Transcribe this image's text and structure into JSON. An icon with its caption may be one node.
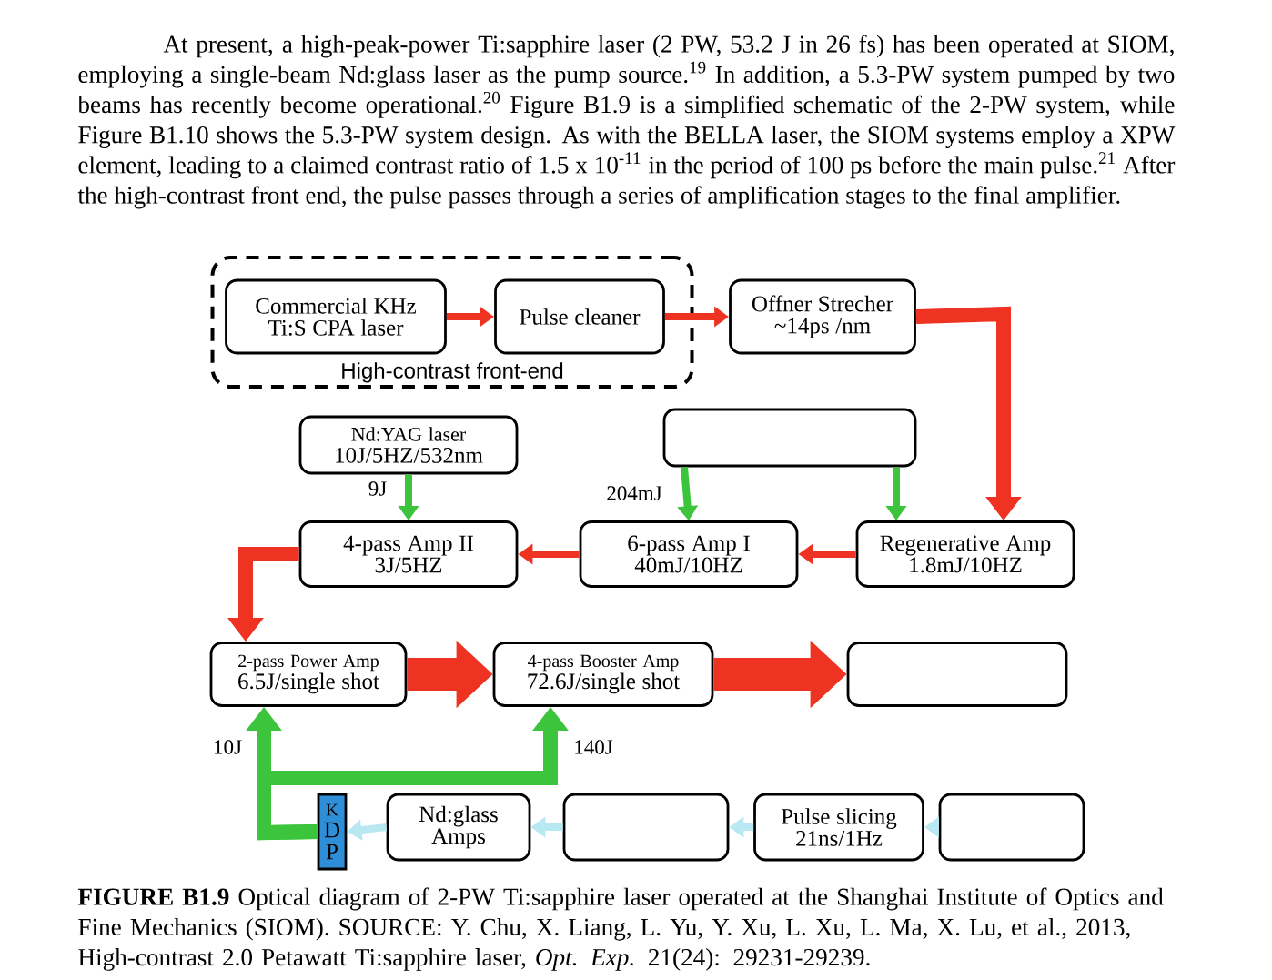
{
  "diagram": {
    "caption": "**FIGURE B1.9** Optical diagram of 2-PW Ti:sapphire laser operated at the Shanghai Institute of Optics and Fine Mechanics (SIOM). SOURCE: Y. Chu, X. Liang, L. Yu, Y. Xu, L. Xu, L. Ma, X. Lu, et al., 2013, High-contrast 2.0 Petawatt Ti:sapphire laser, *Opt. Exp.* 21(24): 29231-29239.",
    "nodes": [
      {
        "text": [
          "High-contrast front-end"
        ]
      },
      {
        "text": [
          "Commercial KHz",
          "Ti:S CPA laser"
        ],
        "in": 0
      },
      {
        "text": [
          "Pulse cleaner"
        ],
        "in": 0
      },
      {
        "text": [
          "Offner Strecher",
          "~14ps /nm"
        ]
      },
      {
        "text": [
          "Nd:YAG laser",
          "10J/5HZ/532nm"
        ]
      },
      {
        "text": [],
        "shape": "box"
      },
      {
        "text": [
          "Regenerative Amp",
          "1.8mJ/10HZ"
        ]
      },
      {
        "text": [
          "6-pass Amp I",
          "40mJ/10HZ"
        ]
      },
      {
        "text": [
          "4-pass Amp II",
          "3J/5HZ"
        ]
      },
      {
        "text": [
          "2-pass Power Amp",
          "6.5J/single shot"
        ]
      },
      {
        "text": [
          "4-pass Booster Amp",
          "72.6J/single shot"
        ]
      },
      {
        "text": [],
        "shape": "box"
      },
      {
        "text": [],
        "shape": "box"
      },
      {
        "text": [
          "Pulse slicing",
          "21ns/1Hz"
        ]
      },
      {
        "text": [],
        "shape": "box"
      },
      {
        "text": [
          "Nd:glass Amps"
        ]
      },
      {
        "text": [
          "K",
          "D",
          "P"
        ]
      }
    ],
    "edges": [
      {
        "from": 1,
        "to": 2,
        "arrow": "to"
      },
      {
        "from": 2,
        "to": 3,
        "arrow": "to"
      },
      {
        "from": 3,
        "to": 6,
        "arrow": "to",
        "style": "thick"
      },
      {
        "from": 4,
        "to": 8,
        "arrow": "to",
        "label": "9J",
        "color": "#3dc43d"
      },
      {
        "from": 5,
        "to": 7,
        "arrow": "to",
        "label": "204mJ",
        "color": "#3dc43d"
      },
      {
        "from": 5,
        "to": 6,
        "arrow": "to",
        "color": "#3dc43d"
      },
      {
        "from": 6,
        "to": 7,
        "arrow": "to"
      },
      {
        "from": 7,
        "to": 8,
        "arrow": "to"
      },
      {
        "from": 8,
        "to": 9,
        "arrow": "to",
        "style": "thick"
      },
      {
        "from": 9,
        "to": 10,
        "arrow": "to",
        "style": "thick"
      },
      {
        "from": 10,
        "to": 11,
        "arrow": "to",
        "style": "thick"
      },
      {
        "from": 12,
        "to": 13,
        "arrow": "to",
        "color": "#b8e8f2"
      },
      {
        "from": 13,
        "to": 14,
        "arrow": "to",
        "color": "#b8e8f2"
      },
      {
        "from": 14,
        "to": 15,
        "arrow": "to",
        "color": "#b8e8f2"
      },
      {
        "from": 15,
        "to": 16,
        "arrow": "to",
        "color": "#b8e8f2"
      },
      {
        "from": 16,
        "to": 9,
        "arrow": "to",
        "label": "10J",
        "color": "#3dc43d",
        "style": "thick"
      },
      {
        "from": 16,
        "to": 10,
        "arrow": "to",
        "label": "140J",
        "color": "#3dc43d",
        "style": "thick"
      }
    ],
    "labels": [
      "At present, a high-peak-power Ti:sapphire laser (2 PW, 53.2 J in 26 fs) has been operated at SIOM, employing a single-beam Nd:glass laser as the pump source.$^{19}$ In addition, a 5.3-PW system pumped by two beams has recently become operational.$^{20}$ Figure B1.9 is a simplified schematic of the 2-PW system, while Figure B1.10 shows the 5.3-PW system design. As with the BELLA laser, the SIOM systems employ a XPW element, leading to a claimed contrast ratio of 1.5 x 10$^{-11}$ in the period of 100 ps before the main pulse.$^{21}$ After the high-contrast front end, the pulse passes through a series of amplification stages to the final amplifier."
    ]
  }
}
